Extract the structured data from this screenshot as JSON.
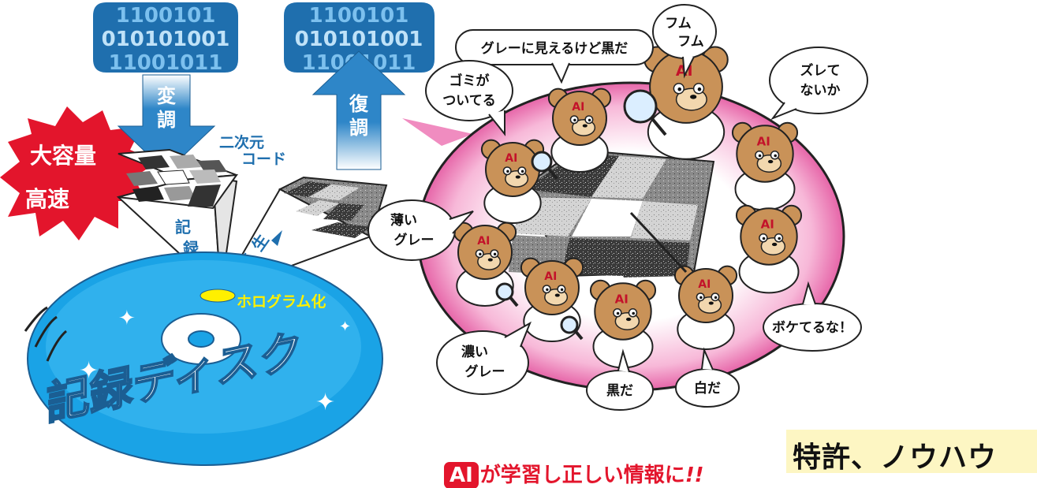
{
  "binary_stream": {
    "left_rows": [
      "1100101",
      "010101001",
      "11001011"
    ],
    "right_rows": [
      "1100101",
      "010101001",
      "11001011"
    ]
  },
  "arrows": {
    "modulate": "変調",
    "demodulate": "復調",
    "record": "記録",
    "playback": "再生"
  },
  "labels": {
    "two_d_code_line1": "二次元",
    "two_d_code_line2": "コード",
    "capacity": "大容量",
    "speed": "高速",
    "hologram": "ホログラム化",
    "disc": "記録ディスク"
  },
  "bears": {
    "badge": "AI",
    "speech": {
      "gray_black": "グレーに見えるけど黒だ",
      "hmm_line1": "フム",
      "hmm_line2": "フム",
      "dust_line1": "ゴミが",
      "dust_line2": "ついてる",
      "offset_line1": "ズレて",
      "offset_line2": "ないか",
      "light_gray_line1": "薄い",
      "light_gray_line2": "グレー",
      "dark_gray_line1": "濃い",
      "dark_gray_line2": "グレー",
      "black": "黒だ",
      "white": "白だ",
      "blurry": "ボケてるな！"
    }
  },
  "footer": {
    "patent": "特許、ノウハウ",
    "ai_badge": "AI",
    "caption_main": "が学習し正しい情報に",
    "caption_bang": "!!"
  },
  "colors": {
    "disc_blue": "#1aa3e6",
    "arrow_blue": "#2e86c8",
    "burst_red": "#e3152c",
    "hologram_yellow": "#fff000",
    "bear_brown": "#c99258",
    "circle_pink": "#f08cc0"
  }
}
